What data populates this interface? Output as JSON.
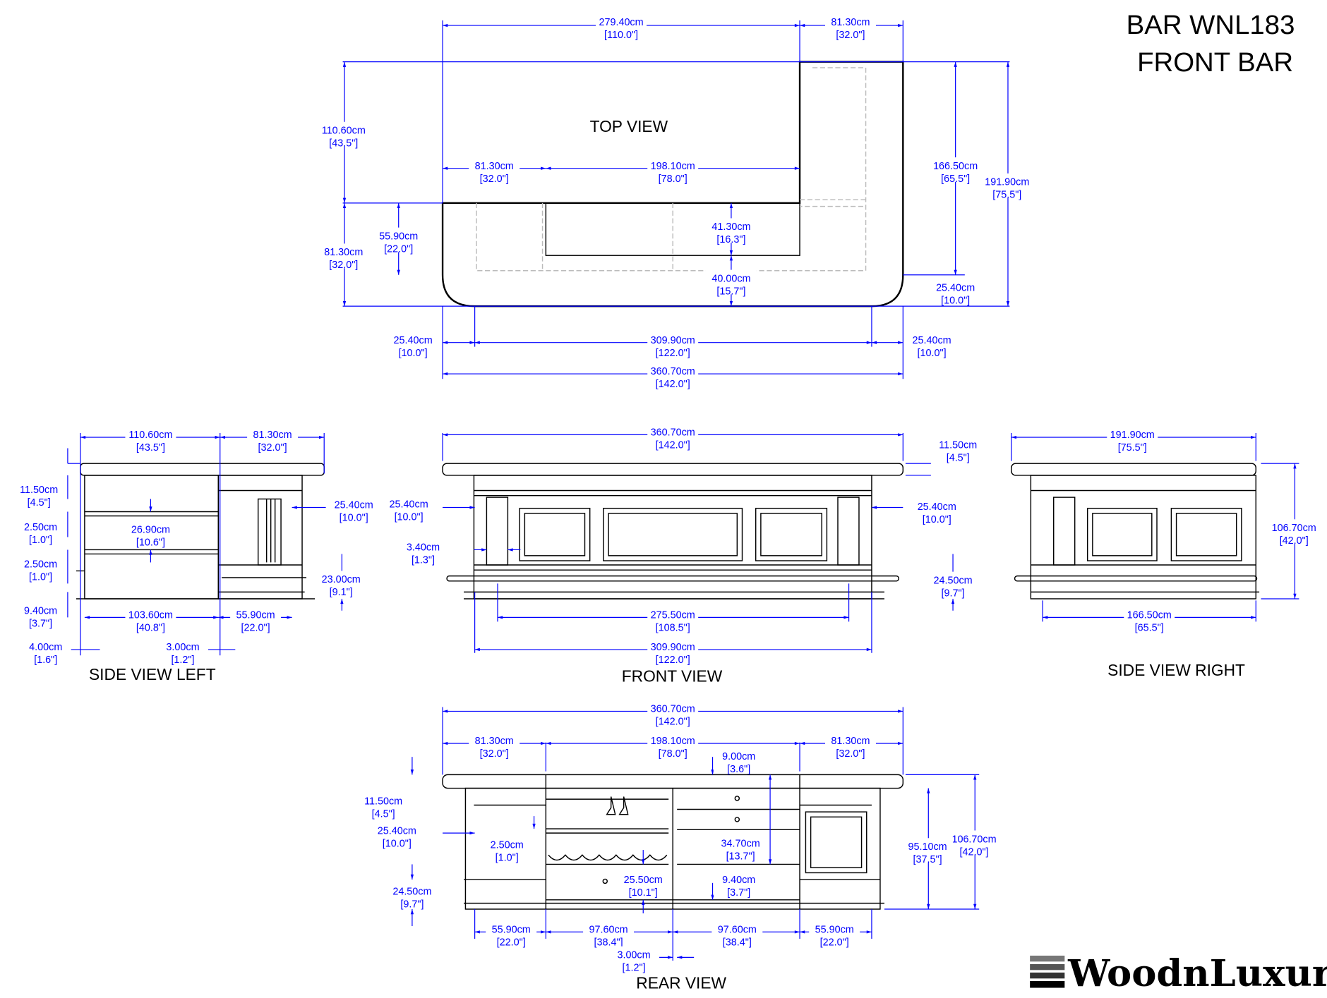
{
  "title": {
    "line1": "BAR WNL183",
    "line2": "FRONT BAR"
  },
  "views": {
    "top": "TOP VIEW",
    "side_left": "SIDE VIEW LEFT",
    "front": "FRONT VIEW",
    "side_right": "SIDE VIEW RIGHT",
    "rear": "REAR VIEW"
  },
  "logo": {
    "text": "WoodnLuxury"
  },
  "dims": [
    {
      "cm": "279.40cm",
      "in": "[110.0\"]"
    },
    {
      "cm": "81.30cm",
      "in": "[32.0\"]"
    },
    {
      "cm": "110.60cm",
      "in": "[43.5\"]"
    },
    {
      "cm": "81.30cm",
      "in": "[32.0\"]"
    },
    {
      "cm": "198.10cm",
      "in": "[78.0\"]"
    },
    {
      "cm": "166.50cm",
      "in": "[65.5\"]"
    },
    {
      "cm": "191.90cm",
      "in": "[75.5\"]"
    },
    {
      "cm": "41.30cm",
      "in": "[16.3\"]"
    },
    {
      "cm": "55.90cm",
      "in": "[22.0\"]"
    },
    {
      "cm": "81.30cm",
      "in": "[32.0\"]"
    },
    {
      "cm": "40.00cm",
      "in": "[15.7\"]"
    },
    {
      "cm": "25.40cm",
      "in": "[10.0\"]"
    },
    {
      "cm": "25.40cm",
      "in": "[10.0\"]"
    },
    {
      "cm": "309.90cm",
      "in": "[122.0\"]"
    },
    {
      "cm": "25.40cm",
      "in": "[10.0\"]"
    },
    {
      "cm": "360.70cm",
      "in": "[142.0\"]"
    },
    {
      "cm": "110.60cm",
      "in": "[43.5\"]"
    },
    {
      "cm": "81.30cm",
      "in": "[32.0\"]"
    },
    {
      "cm": "11.50cm",
      "in": "[4.5\"]"
    },
    {
      "cm": "25.40cm",
      "in": "[10.0\"]"
    },
    {
      "cm": "26.90cm",
      "in": "[10.6\"]"
    },
    {
      "cm": "2.50cm",
      "in": "[1.0\"]"
    },
    {
      "cm": "2.50cm",
      "in": "[1.0\"]"
    },
    {
      "cm": "23.00cm",
      "in": "[9.1\"]"
    },
    {
      "cm": "9.40cm",
      "in": "[3.7\"]"
    },
    {
      "cm": "103.60cm",
      "in": "[40.8\"]"
    },
    {
      "cm": "55.90cm",
      "in": "[22.0\"]"
    },
    {
      "cm": "4.00cm",
      "in": "[1.6\"]"
    },
    {
      "cm": "3.00cm",
      "in": "[1.2\"]"
    },
    {
      "cm": "360.70cm",
      "in": "[142.0\"]"
    },
    {
      "cm": "11.50cm",
      "in": "[4.5\"]"
    },
    {
      "cm": "25.40cm",
      "in": "[10.0\"]"
    },
    {
      "cm": "25.40cm",
      "in": "[10.0\"]"
    },
    {
      "cm": "3.40cm",
      "in": "[1.3\"]"
    },
    {
      "cm": "24.50cm",
      "in": "[9.7\"]"
    },
    {
      "cm": "275.50cm",
      "in": "[108.5\"]"
    },
    {
      "cm": "309.90cm",
      "in": "[122.0\"]"
    },
    {
      "cm": "191.90cm",
      "in": "[75.5\"]"
    },
    {
      "cm": "106.70cm",
      "in": "[42.0\"]"
    },
    {
      "cm": "166.50cm",
      "in": "[65.5\"]"
    },
    {
      "cm": "360.70cm",
      "in": "[142.0\"]"
    },
    {
      "cm": "81.30cm",
      "in": "[32.0\"]"
    },
    {
      "cm": "198.10cm",
      "in": "[78.0\"]"
    },
    {
      "cm": "81.30cm",
      "in": "[32.0\"]"
    },
    {
      "cm": "9.00cm",
      "in": "[3.6\"]"
    },
    {
      "cm": "11.50cm",
      "in": "[4.5\"]"
    },
    {
      "cm": "25.40cm",
      "in": "[10.0\"]"
    },
    {
      "cm": "106.70cm",
      "in": "[42.0\"]"
    },
    {
      "cm": "2.50cm",
      "in": "[1.0\"]"
    },
    {
      "cm": "34.70cm",
      "in": "[13.7\"]"
    },
    {
      "cm": "95.10cm",
      "in": "[37.5\"]"
    },
    {
      "cm": "25.50cm",
      "in": "[10.1\"]"
    },
    {
      "cm": "9.40cm",
      "in": "[3.7\"]"
    },
    {
      "cm": "24.50cm",
      "in": "[9.7\"]"
    },
    {
      "cm": "55.90cm",
      "in": "[22.0\"]"
    },
    {
      "cm": "97.60cm",
      "in": "[38.4\"]"
    },
    {
      "cm": "97.60cm",
      "in": "[38.4\"]"
    },
    {
      "cm": "55.90cm",
      "in": "[22.0\"]"
    },
    {
      "cm": "3.00cm",
      "in": "[1.2\"]"
    }
  ]
}
